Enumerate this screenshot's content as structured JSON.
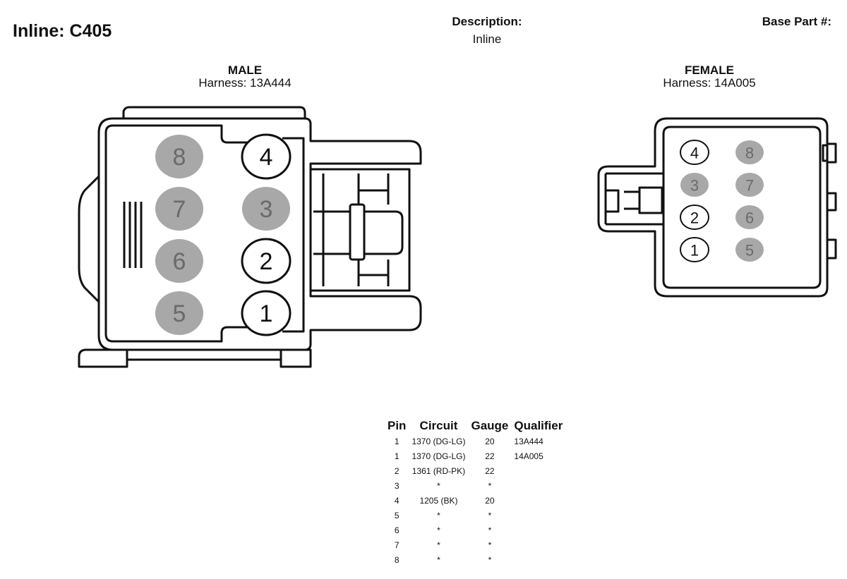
{
  "header": {
    "connector_title": "Inline: C405",
    "description_label": "Description:",
    "description_value": "Inline",
    "base_part_label": "Base Part #:"
  },
  "male": {
    "title": "MALE",
    "harness": "Harness: 13A444",
    "pins": [
      {
        "label": "8",
        "active": false
      },
      {
        "label": "4",
        "active": true
      },
      {
        "label": "7",
        "active": false
      },
      {
        "label": "3",
        "active": false
      },
      {
        "label": "6",
        "active": false
      },
      {
        "label": "2",
        "active": true
      },
      {
        "label": "5",
        "active": false
      },
      {
        "label": "1",
        "active": true
      }
    ]
  },
  "female": {
    "title": "FEMALE",
    "harness": "Harness: 14A005",
    "pins": [
      {
        "label": "4",
        "active": true
      },
      {
        "label": "8",
        "active": false
      },
      {
        "label": "3",
        "active": false
      },
      {
        "label": "7",
        "active": false
      },
      {
        "label": "2",
        "active": true
      },
      {
        "label": "6",
        "active": false
      },
      {
        "label": "1",
        "active": true
      },
      {
        "label": "5",
        "active": false
      }
    ]
  },
  "colors": {
    "active_pin_fill": "#ffffff",
    "inactive_pin_fill": "#a8a8a8",
    "inactive_pin_text": "#6a6a6a",
    "outline": "#111111"
  },
  "pin_table": {
    "headers": {
      "pin": "Pin",
      "circuit": "Circuit",
      "gauge": "Gauge",
      "qualifier": "Qualifier"
    },
    "rows": [
      {
        "pin": "1",
        "circuit": "1370 (DG-LG)",
        "gauge": "20",
        "qualifier": "13A444"
      },
      {
        "pin": "1",
        "circuit": "1370 (DG-LG)",
        "gauge": "22",
        "qualifier": "14A005"
      },
      {
        "pin": "2",
        "circuit": "1361 (RD-PK)",
        "gauge": "22",
        "qualifier": ""
      },
      {
        "pin": "3",
        "circuit": "*",
        "gauge": "*",
        "qualifier": ""
      },
      {
        "pin": "4",
        "circuit": "1205 (BK)",
        "gauge": "20",
        "qualifier": ""
      },
      {
        "pin": "5",
        "circuit": "*",
        "gauge": "*",
        "qualifier": ""
      },
      {
        "pin": "6",
        "circuit": "*",
        "gauge": "*",
        "qualifier": ""
      },
      {
        "pin": "7",
        "circuit": "*",
        "gauge": "*",
        "qualifier": ""
      },
      {
        "pin": "8",
        "circuit": "*",
        "gauge": "*",
        "qualifier": ""
      }
    ]
  }
}
